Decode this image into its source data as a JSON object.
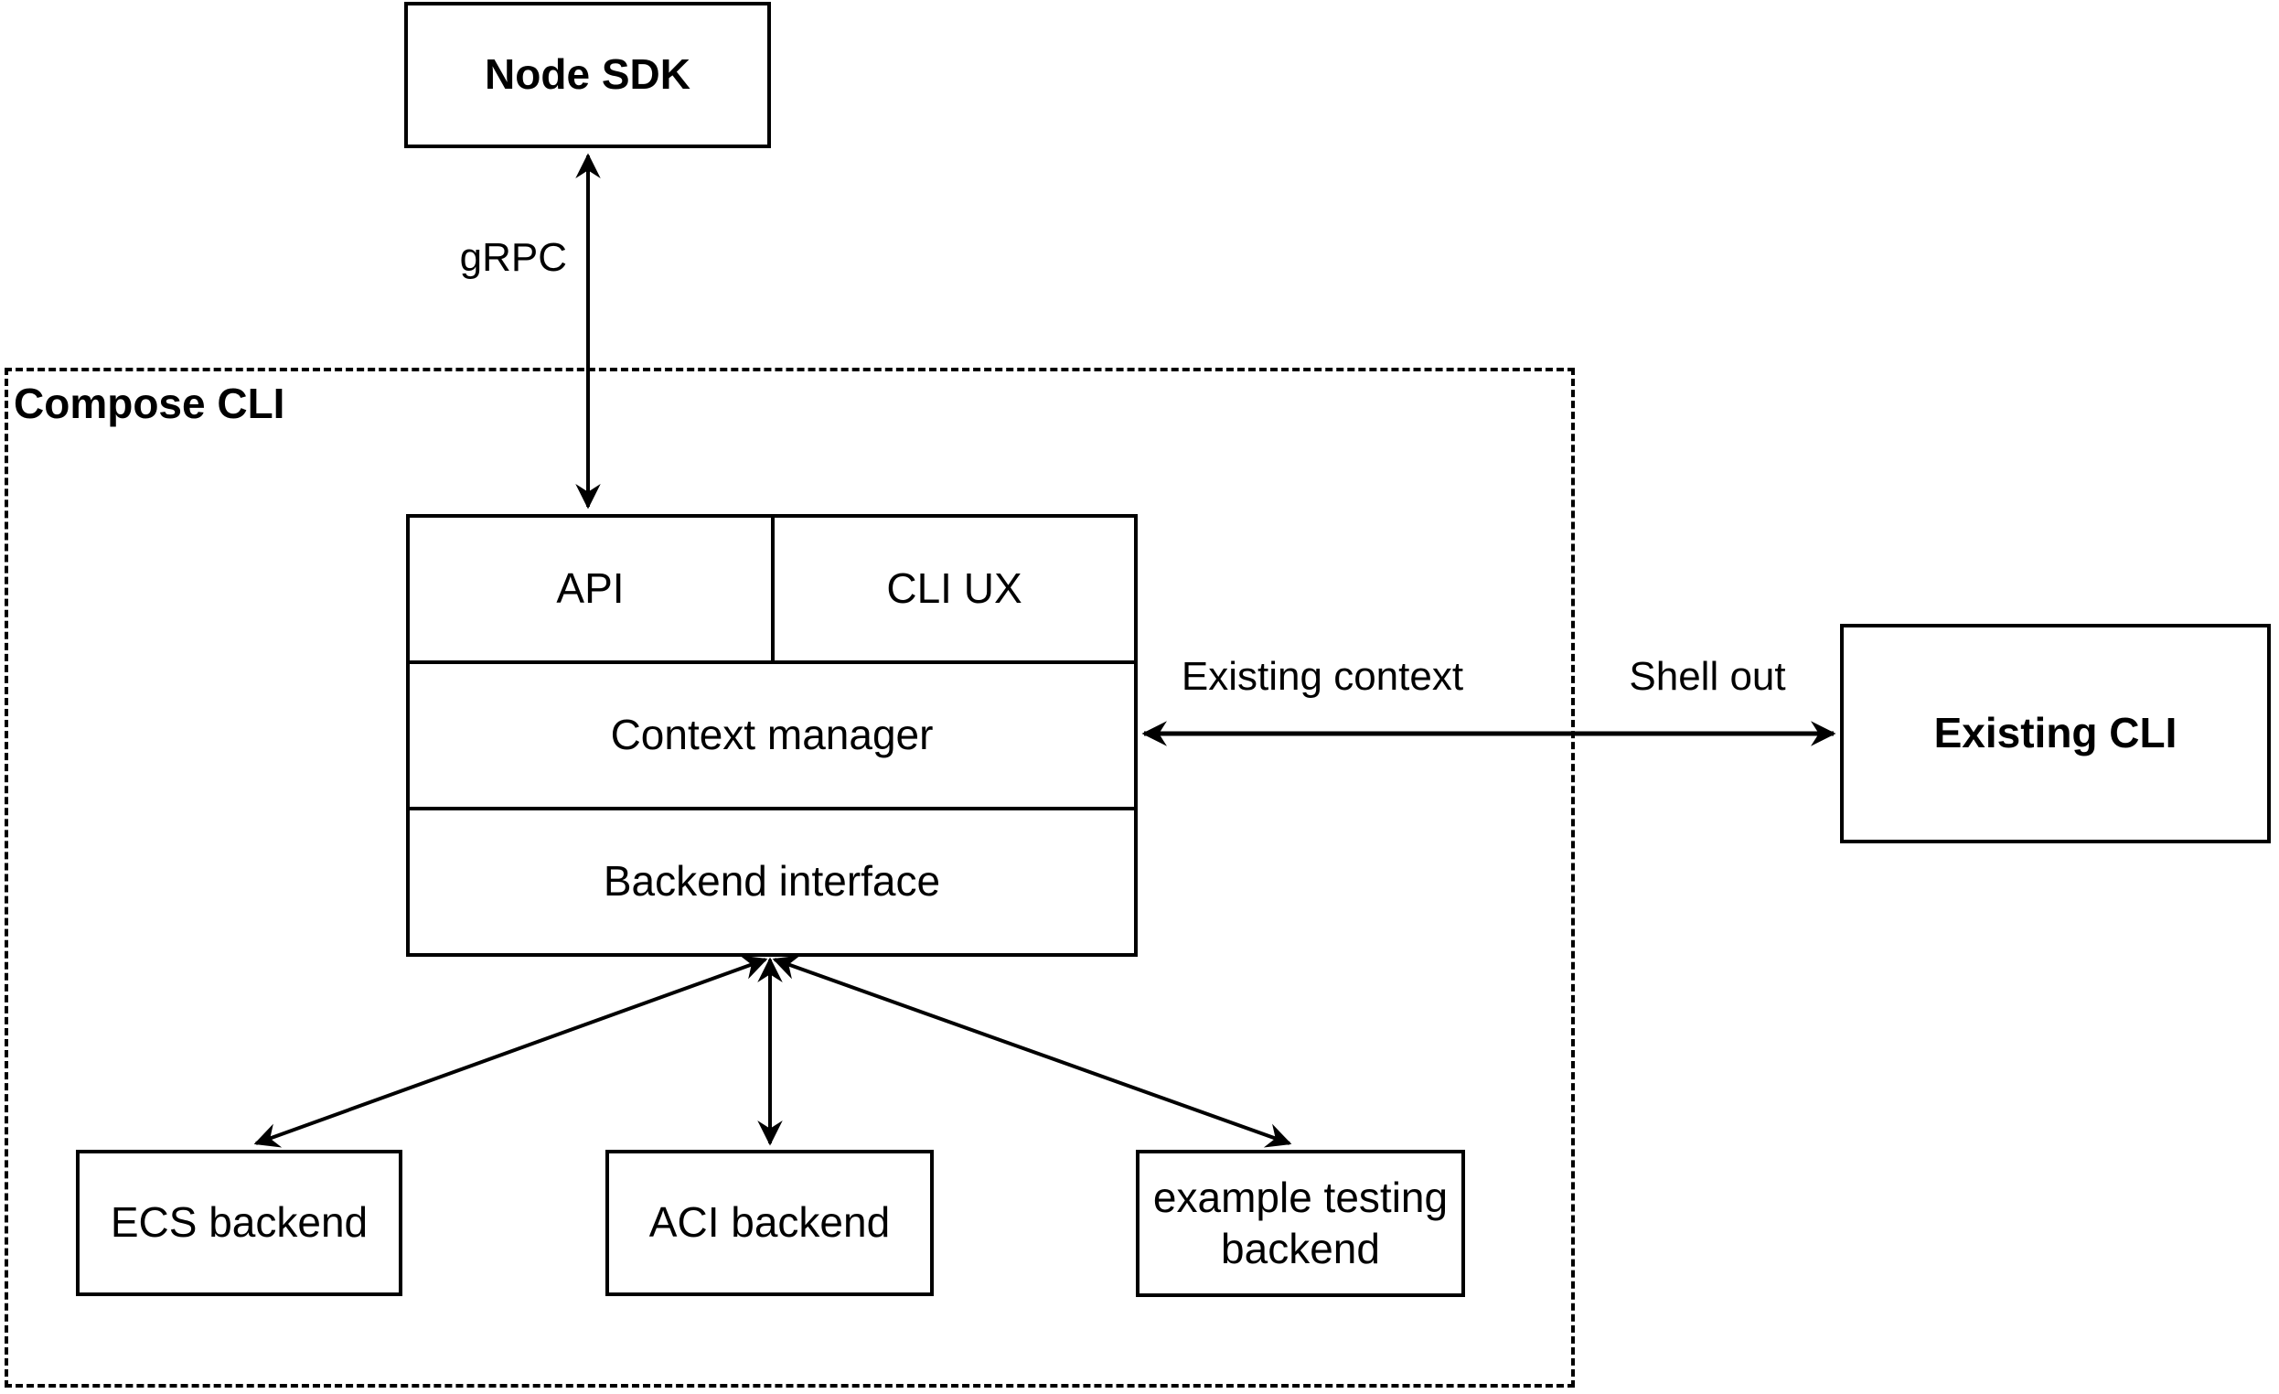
{
  "colors": {
    "background": "#ffffff",
    "stroke": "#000000",
    "text": "#000000"
  },
  "nodes": {
    "node_sdk": {
      "label": "Node SDK"
    },
    "compose_cli_container": {
      "label": "Compose CLI"
    },
    "stack": {
      "api": "API",
      "cli_ux": "CLI UX",
      "context_manager": "Context manager",
      "backend_interface": "Backend interface"
    },
    "existing_cli": {
      "label": "Existing CLI"
    },
    "ecs_backend": {
      "label": "ECS backend"
    },
    "aci_backend": {
      "label": "ACI backend"
    },
    "example_testing_backend": {
      "label": "example testing backend"
    }
  },
  "edges": {
    "grpc": {
      "label": "gRPC"
    },
    "existing_context": {
      "label": "Existing context"
    },
    "shell_out": {
      "label": "Shell out"
    }
  }
}
